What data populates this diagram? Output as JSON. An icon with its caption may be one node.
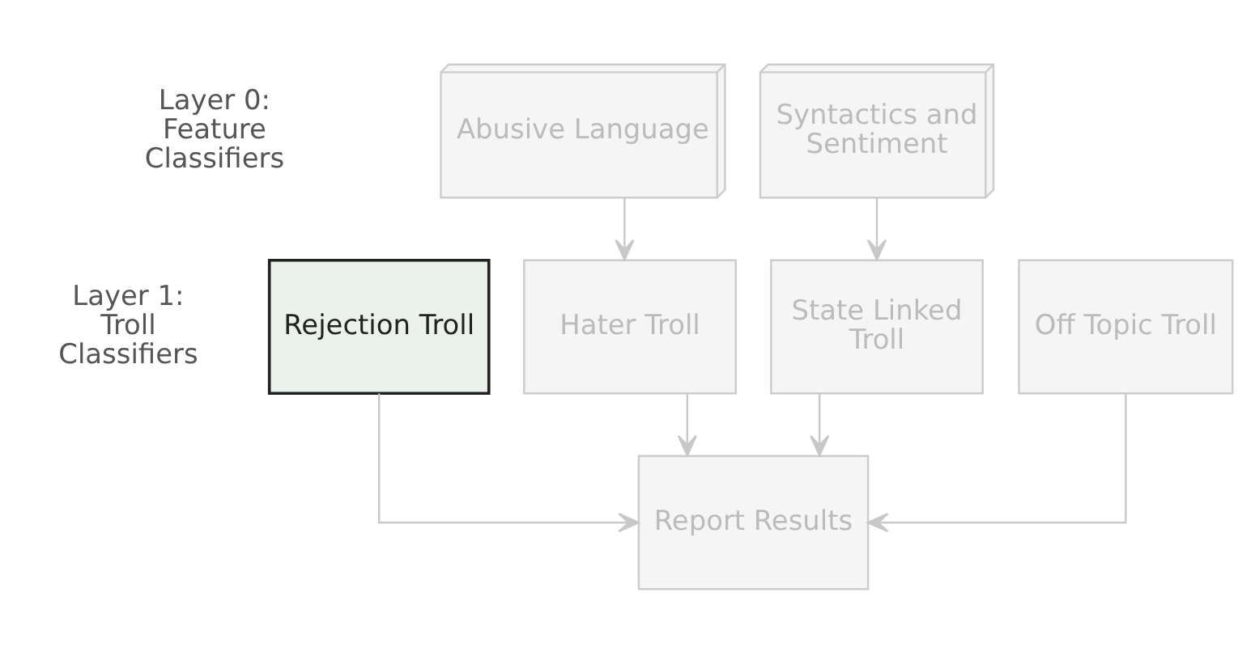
{
  "diagram": {
    "nodes": [
      {
        "text": [
          "Abusive Language"
        ]
      },
      {
        "text": [
          "Syntactics and Sentiment"
        ]
      },
      {
        "text": [
          "Rejection Troll"
        ]
      },
      {
        "text": [
          "Hater Troll"
        ]
      },
      {
        "text": [
          "State Linked Troll"
        ]
      },
      {
        "text": [
          "Off Topic Troll"
        ]
      },
      {
        "text": [
          "Report Results"
        ]
      }
    ],
    "edges": [
      {
        "from": 0,
        "to": 3,
        "arrow": "to"
      },
      {
        "from": 1,
        "to": 4,
        "arrow": "to"
      },
      {
        "from": 2,
        "to": 6,
        "arrow": "to"
      },
      {
        "from": 3,
        "to": 6,
        "arrow": "to"
      },
      {
        "from": 4,
        "to": 6,
        "arrow": "to"
      },
      {
        "from": 5,
        "to": 6,
        "arrow": "to"
      }
    ],
    "labels": [
      "Layer 0: Feature Classifiers",
      "Layer 1: Troll Classifiers"
    ]
  }
}
